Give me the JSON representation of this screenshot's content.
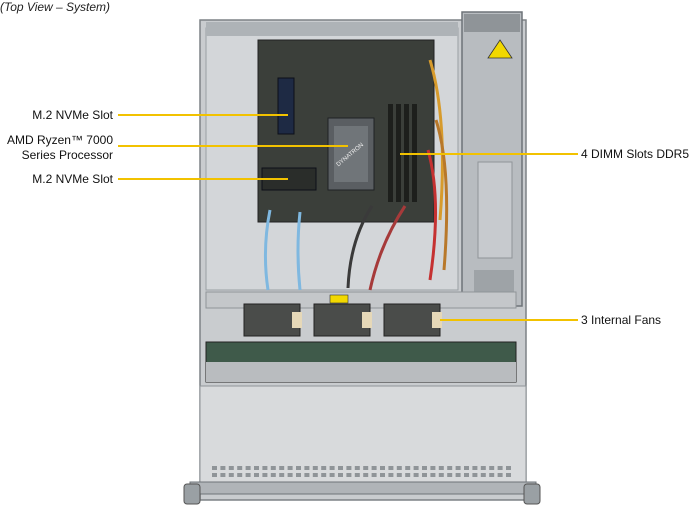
{
  "caption": "(Top View – System)",
  "callouts": {
    "m2_top": "M.2 NVMe Slot",
    "cpu_line1": "AMD Ryzen™ 7000",
    "cpu_line2": "Series Processor",
    "m2_bottom": "M.2 NVMe Slot",
    "dimm": "4 DIMM Slots DDR5",
    "fans": "3 Internal Fans"
  },
  "heatsink_brand": "DYNATRON",
  "colors": {
    "callout_line": "#f2c200",
    "chassis": "#c9cccf",
    "chassis_dark": "#8f9498",
    "motherboard": "#3b3f3a",
    "psu": "#b8bcc0"
  }
}
